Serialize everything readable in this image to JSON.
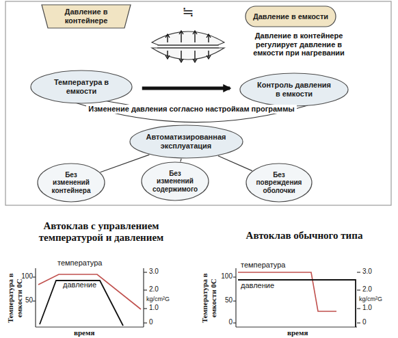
{
  "diagram": {
    "nodes": [
      {
        "text": [
          "Давление в контейнере"
        ]
      },
      {
        "text": [
          "Давление в емкости"
        ]
      },
      {
        "text": [
          "Температура в емкости"
        ]
      },
      {
        "text": [
          "Контроль давления в емкости"
        ]
      },
      {
        "text": [
          "Автоматизированная эксплуатация"
        ]
      },
      {
        "text": [
          "Без изменений контейнера"
        ]
      },
      {
        "text": [
          "Без изменений содержимого"
        ]
      },
      {
        "text": [
          "Без повреждения оболочки"
        ]
      }
    ],
    "edges": [
      {
        "from": 2,
        "to": 3,
        "arrow": "to"
      },
      {
        "from": 4,
        "to": 5,
        "arrow": "none"
      },
      {
        "from": 4,
        "to": 6,
        "arrow": "none"
      },
      {
        "from": 4,
        "to": 7,
        "arrow": "none"
      }
    ],
    "labels": [
      "≒",
      "Давление в контейнере регулирует давление в емкости при нагревании",
      "Изменение давления согласно настройкам программы",
      "Автоклав с управлением температурой и давлением",
      "Автоклав обычного типа",
      "Температура в емкости 0С",
      "температура",
      "давление",
      "100",
      "50",
      "3.0",
      "2.0",
      "kg/cm²G",
      "1.0",
      "0",
      "время",
      "Температура в емкости 0С",
      "температура",
      "давление",
      "100",
      "50",
      "0",
      "3.0",
      "2.0",
      "kg/cm²G",
      "1.0",
      "0",
      "время"
    ]
  }
}
